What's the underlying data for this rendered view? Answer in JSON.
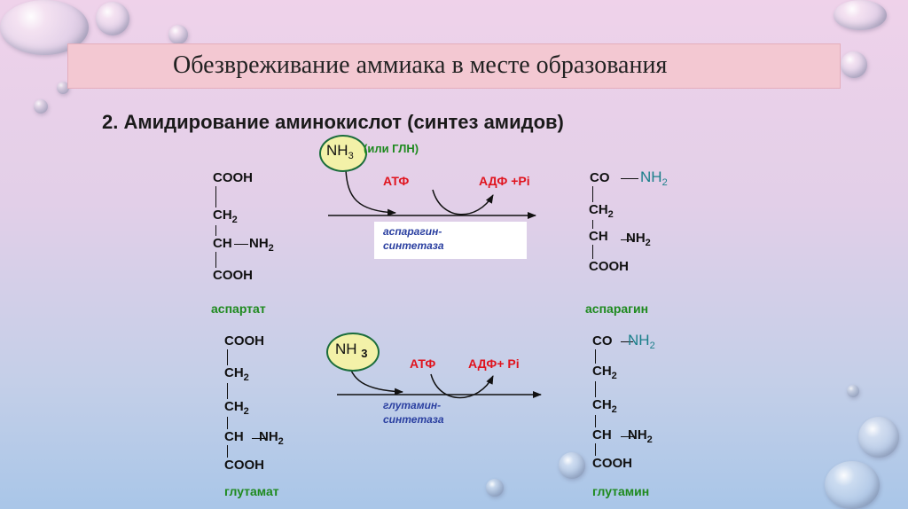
{
  "title": "Обезвреживание аммиака в  месте образования",
  "subtitle": "2. Амидирование аминокислот (синтез амидов)",
  "colors": {
    "green": "#1e8a1e",
    "red": "#e0141e",
    "enzyme": "#2a3fa0",
    "amide": "#1a7f8a",
    "title_bg": "#f3c8d2"
  },
  "r1": {
    "substrate": {
      "cooh1": "COOH",
      "ch2": "CH",
      "ch": "CH",
      "nh2": "NH",
      "cooh2": "COOH",
      "name": "аспартат"
    },
    "nh3": "NH",
    "nh3_sub": "3",
    "nh3_note": "(или ГЛН)",
    "atp": "АТФ",
    "adp": "АДФ +Pi",
    "enzyme_1": "аспарагин-",
    "enzyme_2": "синтетаза",
    "product": {
      "co": "CO",
      "nh2_top": "NH",
      "ch2": "CH",
      "ch": "CH",
      "nh2": "NH",
      "cooh": "COOH",
      "name": "аспарагин"
    }
  },
  "r2": {
    "substrate": {
      "cooh1": "COOH",
      "ch2a": "CH",
      "ch2b": "CH",
      "ch": "CH",
      "nh2": "NH",
      "cooh2": "COOH",
      "name": "глутамат"
    },
    "nh3": "NH",
    "nh3_sub": "3",
    "atp": "АТФ",
    "adp": "АДФ+ Pi",
    "enzyme_1": "глутамин-",
    "enzyme_2": "синтетаза",
    "product": {
      "co": "CO",
      "nh2_top": "NH",
      "ch2a": "CH",
      "ch2b": "CH",
      "ch": "CH",
      "nh2": "NH",
      "cooh": "COOH",
      "name": "глутамин"
    }
  },
  "sub2": "2"
}
